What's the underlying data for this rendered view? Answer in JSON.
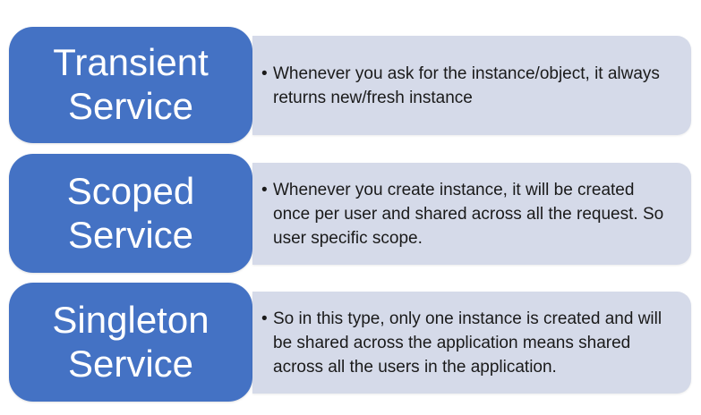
{
  "diagram": {
    "colors": {
      "bg": "#ffffff",
      "accent": "#4472C4",
      "panel": "#D5DAE9",
      "title-text": "#ffffff",
      "body-text": "#1a1a1a"
    },
    "rows": [
      {
        "title": "Transient Service",
        "bullet": "•",
        "description": "Whenever you ask for the instance/object, it always returns new/fresh instance"
      },
      {
        "title": "Scoped Service",
        "bullet": "•",
        "description": "Whenever you create instance, it will be created once per user and shared across all the request. So user specific scope."
      },
      {
        "title": "Singleton Service",
        "bullet": "•",
        "description": "So in this type, only one instance is created and will be shared across the application means shared across all the users in the application."
      }
    ]
  }
}
